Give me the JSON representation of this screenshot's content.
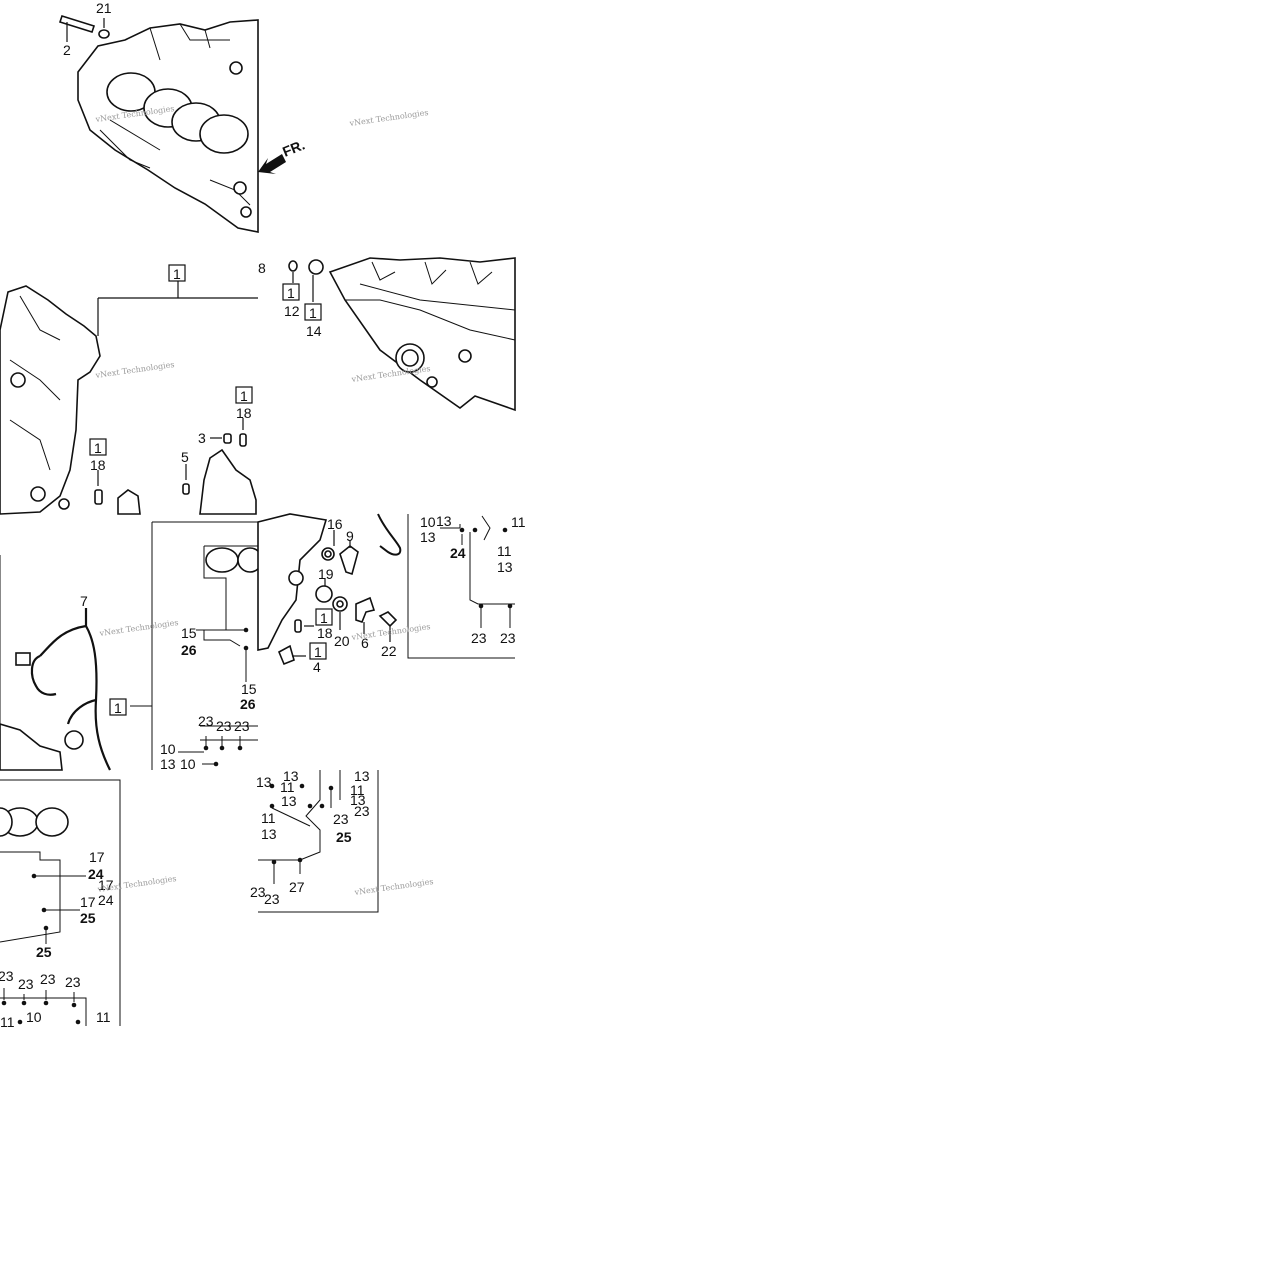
{
  "watermark": "vNext Technologies",
  "front_label": "FR.",
  "boxed_ref": "1",
  "callouts": {
    "c2": "2",
    "c21": "21",
    "c8": "8",
    "c12": "12",
    "c14": "14",
    "c3": "3",
    "c5": "5",
    "c7": "7",
    "c4": "4",
    "c6": "6",
    "c9": "9",
    "c16": "16",
    "c19": "19",
    "c20": "20",
    "c22": "22",
    "c27": "27",
    "c18": "18",
    "c10": "10",
    "c11": "11",
    "c13": "13",
    "c15": "15",
    "c17": "17",
    "c23": "23",
    "c24": "24",
    "c25": "25",
    "c26": "26"
  }
}
